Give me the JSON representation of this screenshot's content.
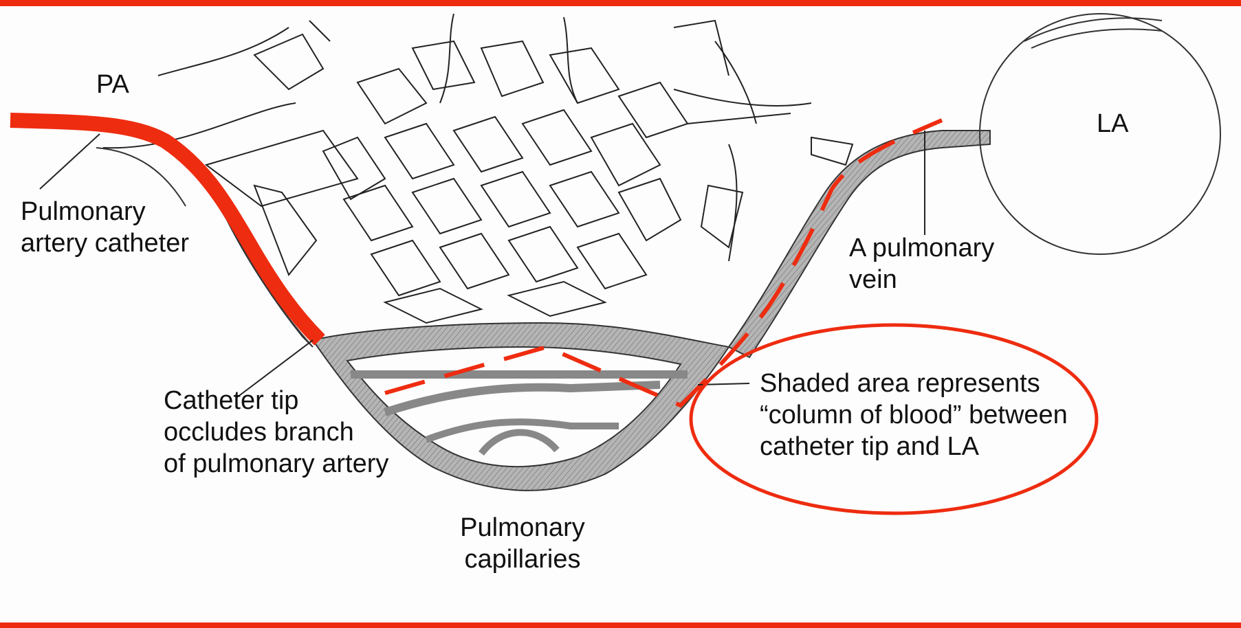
{
  "labels": {
    "pa": "PA",
    "la": "LA",
    "catheter": [
      "Pulmonary",
      "artery catheter"
    ],
    "vein": [
      "A pulmonary",
      "vein"
    ],
    "tip": [
      "Catheter tip",
      "occludes branch",
      "of pulmonary artery"
    ],
    "capillaries": [
      "Pulmonary",
      "capillaries"
    ],
    "shaded": [
      "Shaded area represents",
      "“column of blood” between",
      "catheter tip and LA"
    ]
  },
  "colors": {
    "accent_red": "#ee2c10",
    "ink": "#111111",
    "shade": "#a8a8a8"
  }
}
